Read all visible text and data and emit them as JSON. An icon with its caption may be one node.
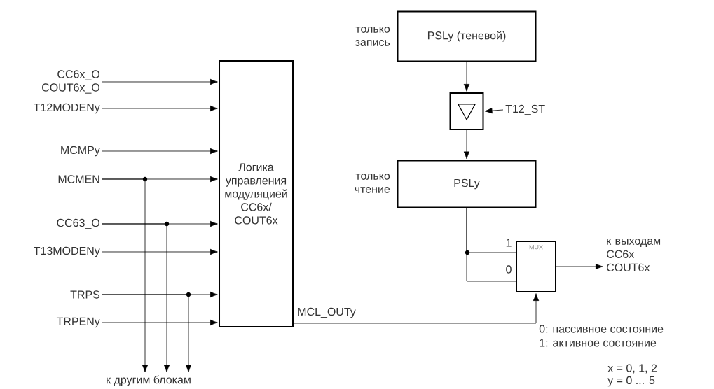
{
  "diagram": {
    "nodes": [
      {
        "text": [
          "CC6x_O COUT6x_O"
        ]
      },
      {
        "text": [
          "T12MODENy"
        ]
      },
      {
        "text": [
          "MCMPy"
        ]
      },
      {
        "text": [
          "MCMEN"
        ]
      },
      {
        "text": [
          "CC63_O"
        ]
      },
      {
        "text": [
          "T13MODENy"
        ]
      },
      {
        "text": [
          "TRPS"
        ]
      },
      {
        "text": [
          "TRPENy"
        ]
      },
      {
        "text": [
          "Логика управления модуляцией CC6x/ COUT6x"
        ]
      },
      {
        "text": [
          "к другим блокам"
        ]
      },
      {
        "text": [
          "PSLy (теневой)"
        ],
        "beside": [
          "только запись"
        ]
      },
      {
        "text": [],
        "shape": "box"
      },
      {
        "text": [
          "T12_ST"
        ]
      },
      {
        "text": [
          "PSLy"
        ],
        "beside": [
          "только чтение"
        ]
      },
      {
        "text": [
          "MUX"
        ]
      },
      {
        "text": [
          "к выходам CC6x COUT6x"
        ]
      }
    ],
    "edges": [
      {
        "from": 0,
        "to": 8,
        "arrow": "to"
      },
      {
        "from": 1,
        "to": 8,
        "arrow": "to"
      },
      {
        "from": 2,
        "to": 8,
        "arrow": "to"
      },
      {
        "from": 3,
        "to": 8,
        "arrow": "to"
      },
      {
        "from": 4,
        "to": 8,
        "arrow": "to"
      },
      {
        "from": 5,
        "to": 8,
        "arrow": "to"
      },
      {
        "from": 6,
        "to": 8,
        "arrow": "to"
      },
      {
        "from": 7,
        "to": 8,
        "arrow": "to"
      },
      {
        "from": 3,
        "to": 9,
        "arrow": "to"
      },
      {
        "from": 4,
        "to": 9,
        "arrow": "to"
      },
      {
        "from": 6,
        "to": 9,
        "arrow": "to"
      },
      {
        "from": 10,
        "to": 11,
        "arrow": "to"
      },
      {
        "from": 12,
        "to": 11,
        "arrow": "to"
      },
      {
        "from": 11,
        "to": 13,
        "arrow": "to"
      },
      {
        "from": 13,
        "to": 14,
        "arrow": "none",
        "label": "1"
      },
      {
        "from": 13,
        "to": 14,
        "arrow": "none",
        "label": "0"
      },
      {
        "from": 14,
        "to": 15,
        "arrow": "to"
      },
      {
        "from": 8,
        "to": 14,
        "arrow": "to",
        "label": "MCL_OUTy"
      }
    ],
    "labels": [
      "0: пассивное состояние",
      "1: активное состояние",
      "x = 0, 1, 2",
      "y = 0 ... 5"
    ]
  }
}
